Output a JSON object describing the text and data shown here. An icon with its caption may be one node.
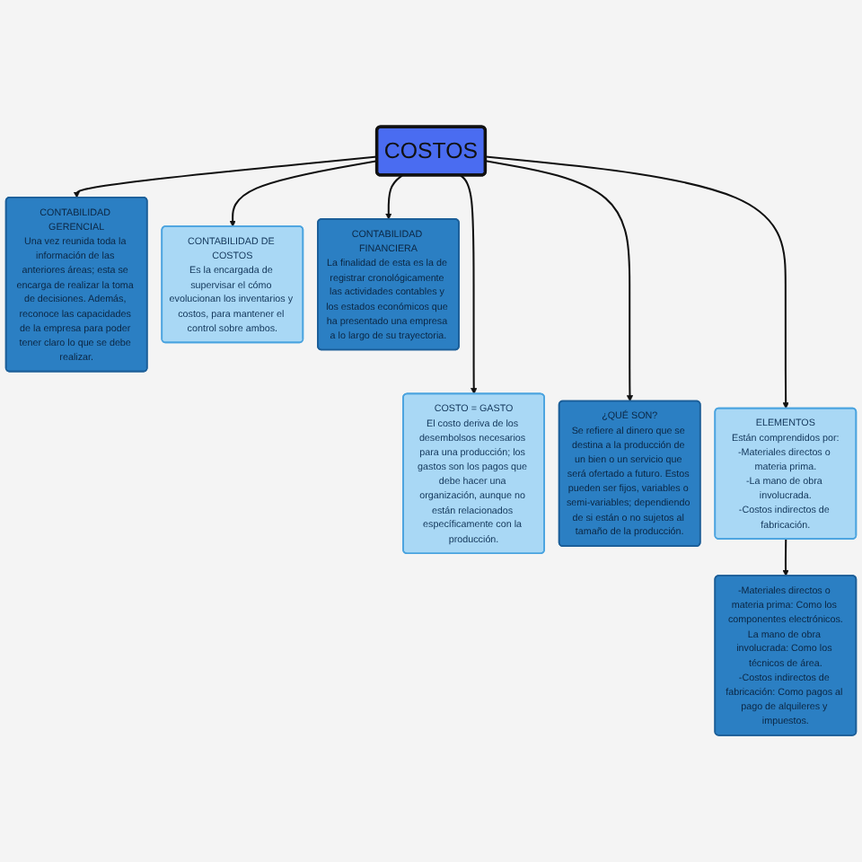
{
  "diagram": {
    "nodes": [
      {
        "text": [
          "CONTABILIDAD GERENCIAL",
          "Una vez reunida toda la información de las anteriores áreas; esta se encarga de realizar la toma de decisiones. Además, reconoce las capacidades de la empresa para poder tener claro lo que se debe realizar."
        ]
      },
      {
        "text": [
          "CONTABILIDAD DE COSTOS",
          "Es la encargada de supervisar el cómo evolucionan los inventarios y costos, para mantener el control sobre ambos."
        ]
      },
      {
        "text": [
          "CONTABILIDAD FINANCIERA",
          "La finalidad de esta es la de registrar cronológicamente las actividades contables y los estados económicos que ha presentado una empresa a lo largo de su trayectoria."
        ]
      },
      {
        "text": [
          "COSTOS"
        ]
      },
      {
        "text": [
          "COSTO = GASTO",
          "El costo deriva de los desembolsos necesarios para una producción; los gastos son los pagos que debe hacer una organización, aunque no están relacionados específicamente con la producción."
        ]
      },
      {
        "text": [
          "¿QUÉ SON?",
          "Se refiere al dinero que se destina a la producción de un bien o un servicio que será ofertado a futuro. Estos pueden ser fijos, variables o semi-variables; dependiendo de si están o no sujetos al tamaño de la producción."
        ]
      },
      {
        "text": [
          "ELEMENTOS",
          "Están comprendidos por:",
          "-Materiales directos o materia prima.",
          "-La mano de obra involucrada.",
          "-Costos indirectos de fabricación."
        ]
      },
      {
        "text": [
          "-Materiales directos o materia prima: Como los componentes electrónicos.",
          "La mano de obra involucrada: Como los técnicos de área.",
          "-Costos indirectos de fabricación: Como pagos al pago de alquileres y impuestos."
        ]
      }
    ],
    "edges": [
      {
        "from": 3,
        "to": 0,
        "arrow": "to"
      },
      {
        "from": 3,
        "to": 1,
        "arrow": "to"
      },
      {
        "from": 3,
        "to": 2,
        "arrow": "to"
      },
      {
        "from": 3,
        "to": 4,
        "arrow": "to"
      },
      {
        "from": 3,
        "to": 5,
        "arrow": "to"
      },
      {
        "from": 3,
        "to": 6,
        "arrow": "to"
      },
      {
        "from": 6,
        "to": 7,
        "arrow": "to"
      }
    ]
  }
}
